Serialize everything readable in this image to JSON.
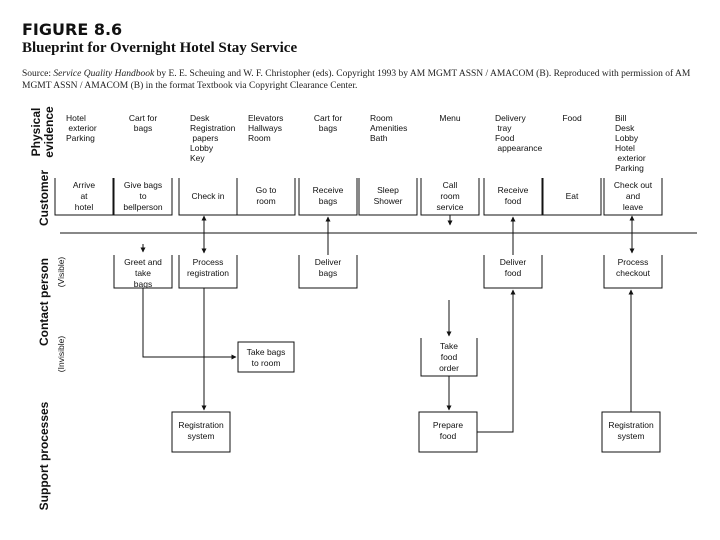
{
  "figure_label": "FIGURE 8.6",
  "figure_title": "Blueprint for Overnight Hotel Stay Service",
  "source": {
    "prefix": "Source: ",
    "book": "Service Quality Handbook",
    "rest": " by E. E. Scheuing and W. F. Christopher (eds). Copyright 1993 by AM MGMT ASSN / AMACOM (B). Reproduced with permission of AM MGMT ASSN / AMACOM (B) in the format Textbook via Copyright Clearance Center."
  },
  "lanes": {
    "physical": [
      "Physical",
      "evidence"
    ],
    "customer": "Customer",
    "contact": "Contact person",
    "visible": "(Visible)",
    "invisible": "(Invisible)",
    "support": "Support  processes"
  },
  "physical_evidence": [
    [
      "Hotel",
      "  exterior",
      "Parking"
    ],
    [
      "Cart for",
      "bags"
    ],
    [
      "Desk",
      "Registration",
      "  papers",
      "Lobby",
      "Key"
    ],
    [
      "Elevators",
      "Hallways",
      "Room"
    ],
    [
      "Cart for",
      "bags"
    ],
    [
      "Room",
      "Amenities",
      "Bath"
    ],
    [
      "Menu"
    ],
    [
      "Delivery",
      "  tray",
      "Food",
      "  appearance"
    ],
    [
      "Food"
    ],
    [
      "Bill",
      "Desk",
      "Lobby",
      "Hotel",
      "  exterior",
      "Parking"
    ]
  ],
  "customer_actions": [
    [
      "Arrive",
      "at",
      "hotel"
    ],
    [
      "Give bags",
      "to",
      "bellperson"
    ],
    [
      "Check in"
    ],
    [
      "Go to",
      "room"
    ],
    [
      "Receive",
      "bags"
    ],
    [
      "Sleep",
      "Shower"
    ],
    [
      "Call",
      "room",
      "service"
    ],
    [
      "Receive",
      "food"
    ],
    [
      "Eat"
    ],
    [
      "Check out",
      "and",
      "leave"
    ]
  ],
  "visible_actions": [
    [
      "Greet and",
      "take",
      "bags"
    ],
    [
      "Process",
      "registration"
    ],
    [
      "Deliver",
      "bags"
    ],
    [
      "Deliver",
      "food"
    ],
    [
      "Process",
      "checkout"
    ]
  ],
  "invisible_actions": [
    [
      "Take bags",
      "to room"
    ],
    [
      "Take",
      "food",
      "order"
    ]
  ],
  "support_processes": [
    [
      "Registration",
      "system"
    ],
    [
      "Prepare",
      "food"
    ],
    [
      "Registration",
      "system"
    ]
  ]
}
